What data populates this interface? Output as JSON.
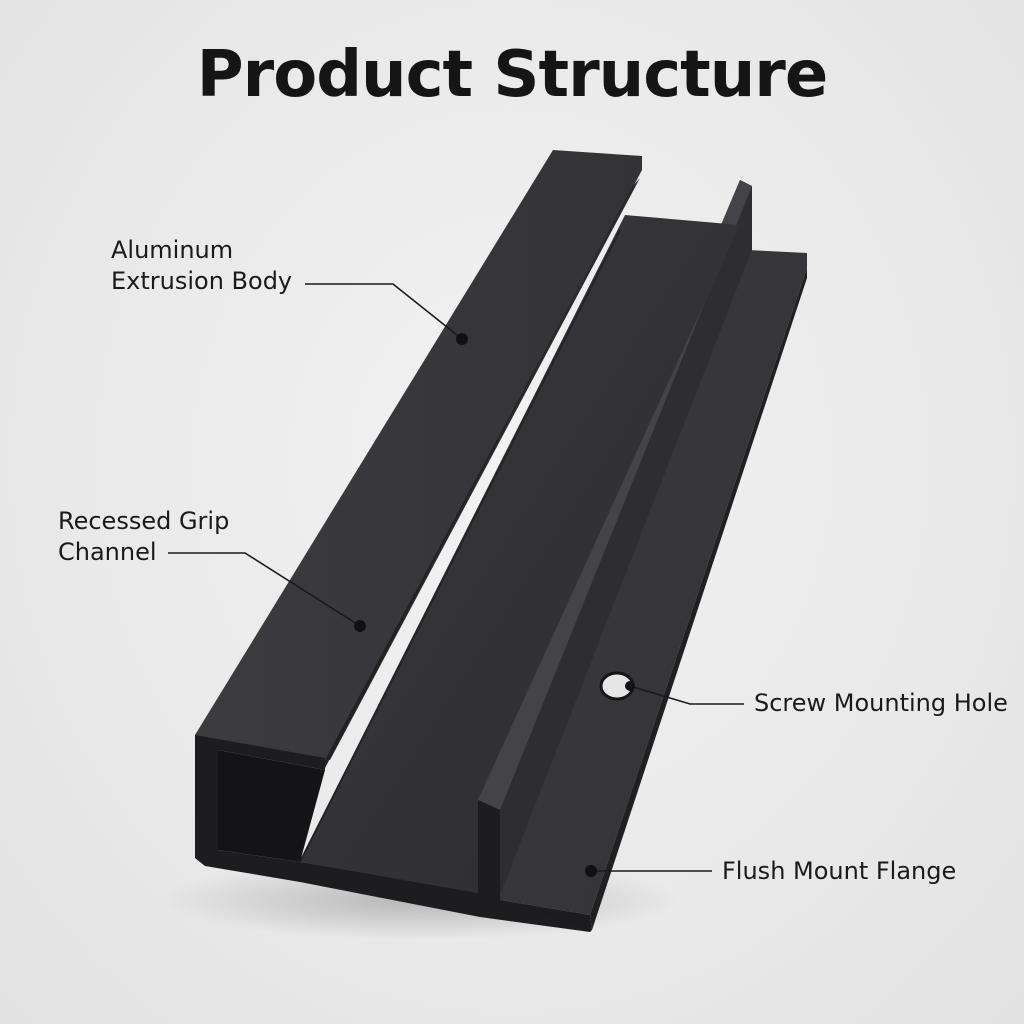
{
  "title": "Product Structure",
  "callouts": [
    {
      "id": "body",
      "lines": [
        "Aluminum",
        "Extrusion Body"
      ]
    },
    {
      "id": "channel",
      "lines": [
        "Recessed Grip",
        "Channel"
      ]
    },
    {
      "id": "hole",
      "lines": [
        "Screw Mounting Hole"
      ]
    },
    {
      "id": "flange",
      "lines": [
        "Flush Mount Flange"
      ]
    }
  ],
  "colors": {
    "background": "#ebebeb",
    "profile_dark": "#2a2a2c",
    "profile_mid": "#3a3a3d",
    "text": "#1a1a1a"
  }
}
